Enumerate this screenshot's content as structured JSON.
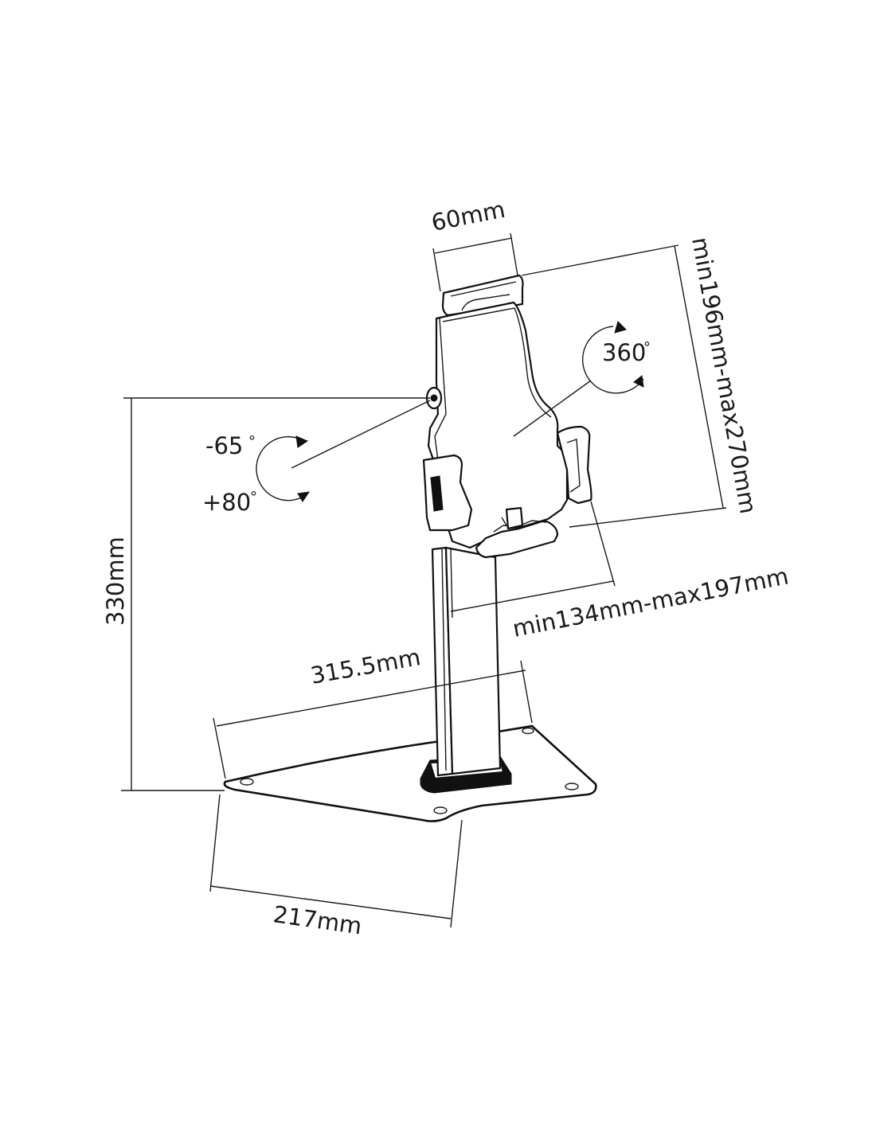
{
  "dimensions": {
    "top_width": "60mm",
    "tablet_height": "min196mm-max270mm",
    "tablet_width": "min134mm-max197mm",
    "total_height": "330mm",
    "base_length": "315.5mm",
    "base_width": "217mm"
  },
  "rotation": {
    "swivel": "360",
    "tilt_up": "-65",
    "tilt_down": "+80",
    "degree_symbol": "°"
  },
  "colors": {
    "line": "#1a1a1a",
    "background": "#ffffff"
  }
}
